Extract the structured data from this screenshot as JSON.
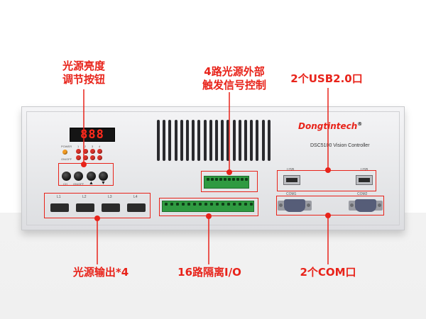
{
  "annotations": {
    "brightness_knob": [
      "光源亮度",
      "调节按钮"
    ],
    "trigger_control": [
      "4路光源外部",
      "触发信号控制"
    ],
    "usb": "2个USB2.0口",
    "light_output": "光源输出*4",
    "io": "16路隔离I/O",
    "com": "2个COM口"
  },
  "device": {
    "brand_prefix": "Dongtintech",
    "brand_trademark": "®",
    "model": "DSC5100 Vision Controller",
    "display_value": "888",
    "power_label": "POWER",
    "onoff_label": "ON/OFF",
    "channel_numbers": [
      "1",
      "2",
      "3",
      "4"
    ],
    "button_labels": [
      "CH",
      "ON/OFF",
      "▲",
      "▼"
    ],
    "light_ports": [
      "L1",
      "L2",
      "L3",
      "L4"
    ],
    "usb_labels": [
      "USB",
      "USB"
    ],
    "com_labels": [
      "COM1",
      "COM2"
    ]
  },
  "colors": {
    "accent": "#e8231a",
    "terminal_green": "#2f9a41",
    "display_digit": "#ff2a1c"
  }
}
